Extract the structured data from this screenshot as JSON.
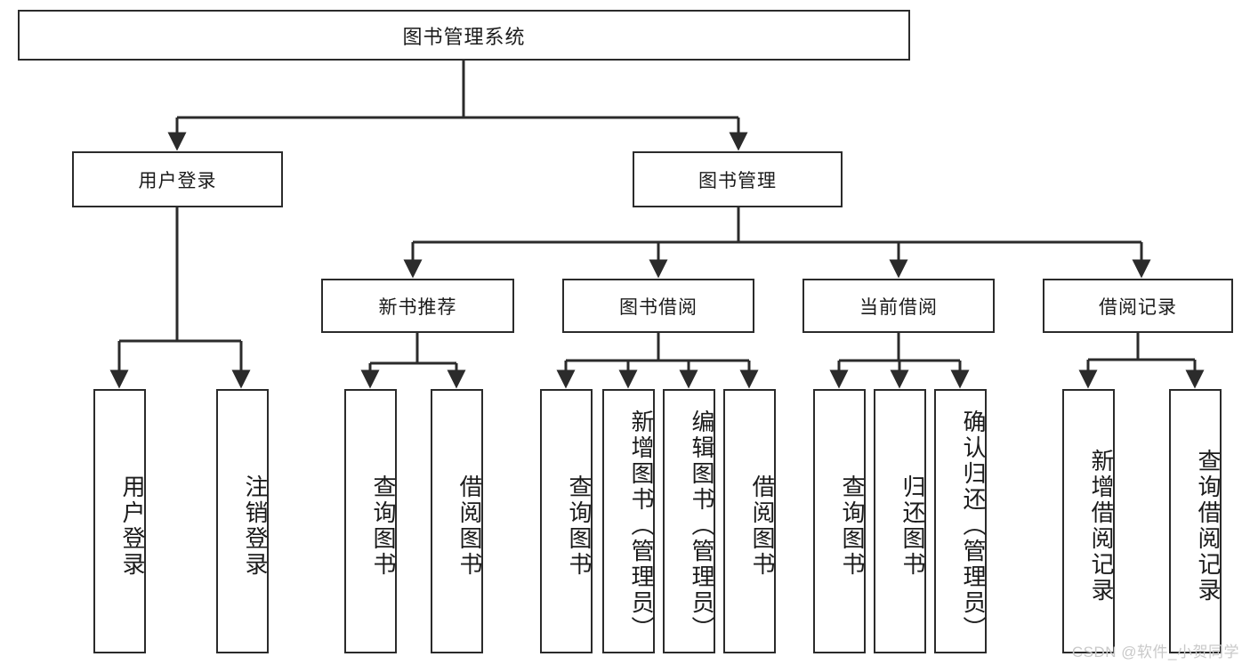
{
  "diagram": {
    "type": "hierarchy-tree",
    "title": "图书管理系统",
    "root": {
      "id": "root",
      "label": "图书管理系统"
    },
    "level1": [
      {
        "id": "user-login",
        "label": "用户登录"
      },
      {
        "id": "book-manage",
        "label": "图书管理"
      }
    ],
    "level2": [
      {
        "id": "new-book-rec",
        "label": "新书推荐",
        "parent": "book-manage"
      },
      {
        "id": "book-borrow",
        "label": "图书借阅",
        "parent": "book-manage"
      },
      {
        "id": "current-borrow",
        "label": "当前借阅",
        "parent": "book-manage"
      },
      {
        "id": "borrow-record",
        "label": "借阅记录",
        "parent": "book-manage"
      }
    ],
    "leaves": {
      "user_login": [
        {
          "id": "leaf-user-login",
          "label": "用户登录"
        },
        {
          "id": "leaf-logout",
          "label": "注销登录"
        }
      ],
      "new_book_rec": [
        {
          "id": "leaf-query-book-1",
          "label": "查询图书"
        },
        {
          "id": "leaf-borrow-book-1",
          "label": "借阅图书"
        }
      ],
      "book_borrow": [
        {
          "id": "leaf-query-book-2",
          "label": "查询图书"
        },
        {
          "id": "leaf-add-book",
          "label": "新增图书（管理员）"
        },
        {
          "id": "leaf-edit-book",
          "label": "编辑图书（管理员）"
        },
        {
          "id": "leaf-borrow-book-2",
          "label": "借阅图书"
        }
      ],
      "current_borrow": [
        {
          "id": "leaf-query-book-3",
          "label": "查询图书"
        },
        {
          "id": "leaf-return-book",
          "label": "归还图书"
        },
        {
          "id": "leaf-confirm-return",
          "label": "确认归还（管理员）"
        }
      ],
      "borrow_record": [
        {
          "id": "leaf-add-record",
          "label": "新增借阅记录"
        },
        {
          "id": "leaf-query-record",
          "label": "查询借阅记录"
        }
      ]
    }
  },
  "watermark": {
    "text": "CSDN @软件_小贺同学"
  },
  "colors": {
    "box_border": "#2b2b2b",
    "box_fill": "#ffffff",
    "edge": "#2b2b2b",
    "text": "#1b1b1b",
    "watermark": "#c9c9c9",
    "background": "#ffffff"
  }
}
